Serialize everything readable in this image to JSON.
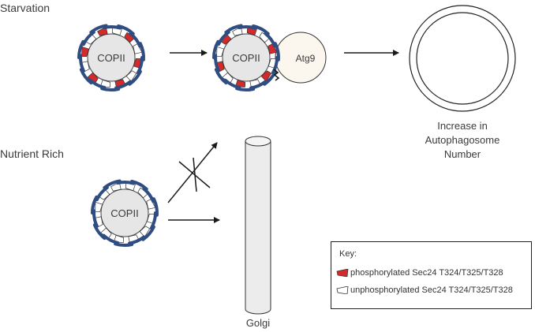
{
  "labels": {
    "starvation": "Starvation",
    "nutrient_rich": "Nutrient Rich",
    "copii": "COPII",
    "atg9": "Atg9",
    "golgi": "Golgi",
    "outcome_line1": "Increase in",
    "outcome_line2": "Autophagosome",
    "outcome_line3": "Number"
  },
  "key": {
    "title": "Key:",
    "phosphorylated": "phosphorylated Sec24 T324/T325/T328",
    "unphosphorylated": "unphosphorylated Sec24 T324/T325/T328"
  },
  "colors": {
    "coat_blue": "#2f4d80",
    "phospho_red": "#d42a2a",
    "vesicle_fill": "#e6e6e6",
    "golgi_fill": "#ececec",
    "atg9_fill": "#fbf6ee"
  }
}
